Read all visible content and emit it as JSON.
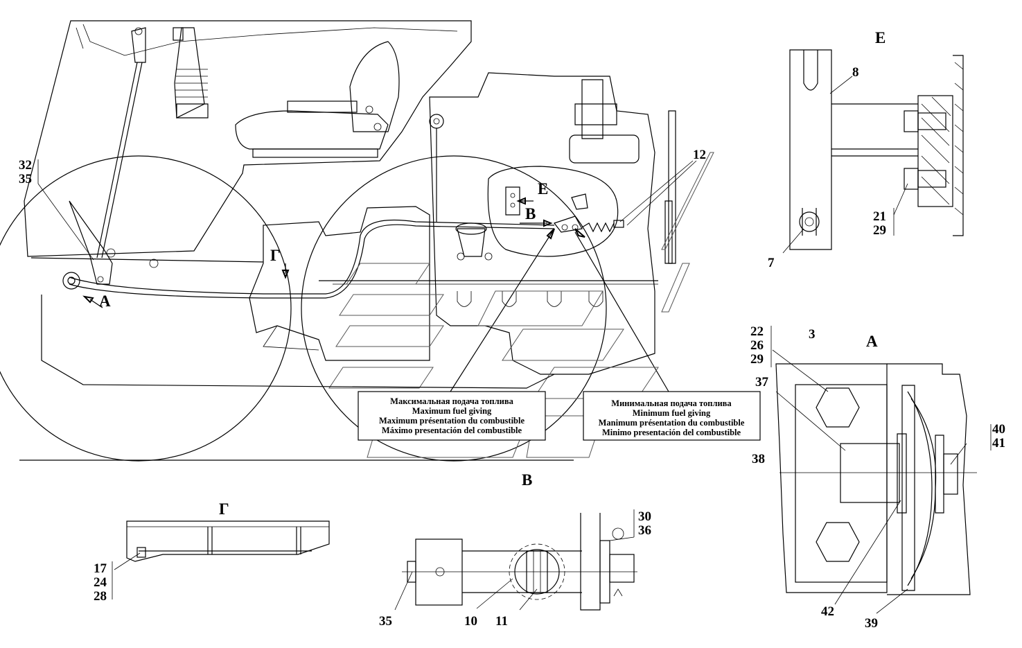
{
  "views": {
    "E": "Е",
    "A": "А",
    "V": "В",
    "G": "Г"
  },
  "notes": {
    "max": [
      "Максимальная подача топлива",
      "Maximum fuel giving",
      "Maximum présentation du combustible",
      "Máximo presentación del combustible"
    ],
    "min": [
      "Минимальная подача топлива",
      "Minimum fuel giving",
      "Manimum présentation du combustible",
      "Minimo presentación del combustible"
    ]
  },
  "labels": {
    "l32": "32",
    "l35a": "35",
    "l12": "12",
    "l8": "8",
    "l7": "7",
    "l21": "21",
    "l29a": "29",
    "l22": "22",
    "l26": "26",
    "l29b": "29",
    "l3": "3",
    "l37": "37",
    "l38": "38",
    "l40": "40",
    "l41": "41",
    "l42": "42",
    "l39": "39",
    "l17": "17",
    "l24": "24",
    "l28": "28",
    "l30": "30",
    "l36": "36",
    "l35b": "35",
    "l10": "10",
    "l11": "11"
  }
}
